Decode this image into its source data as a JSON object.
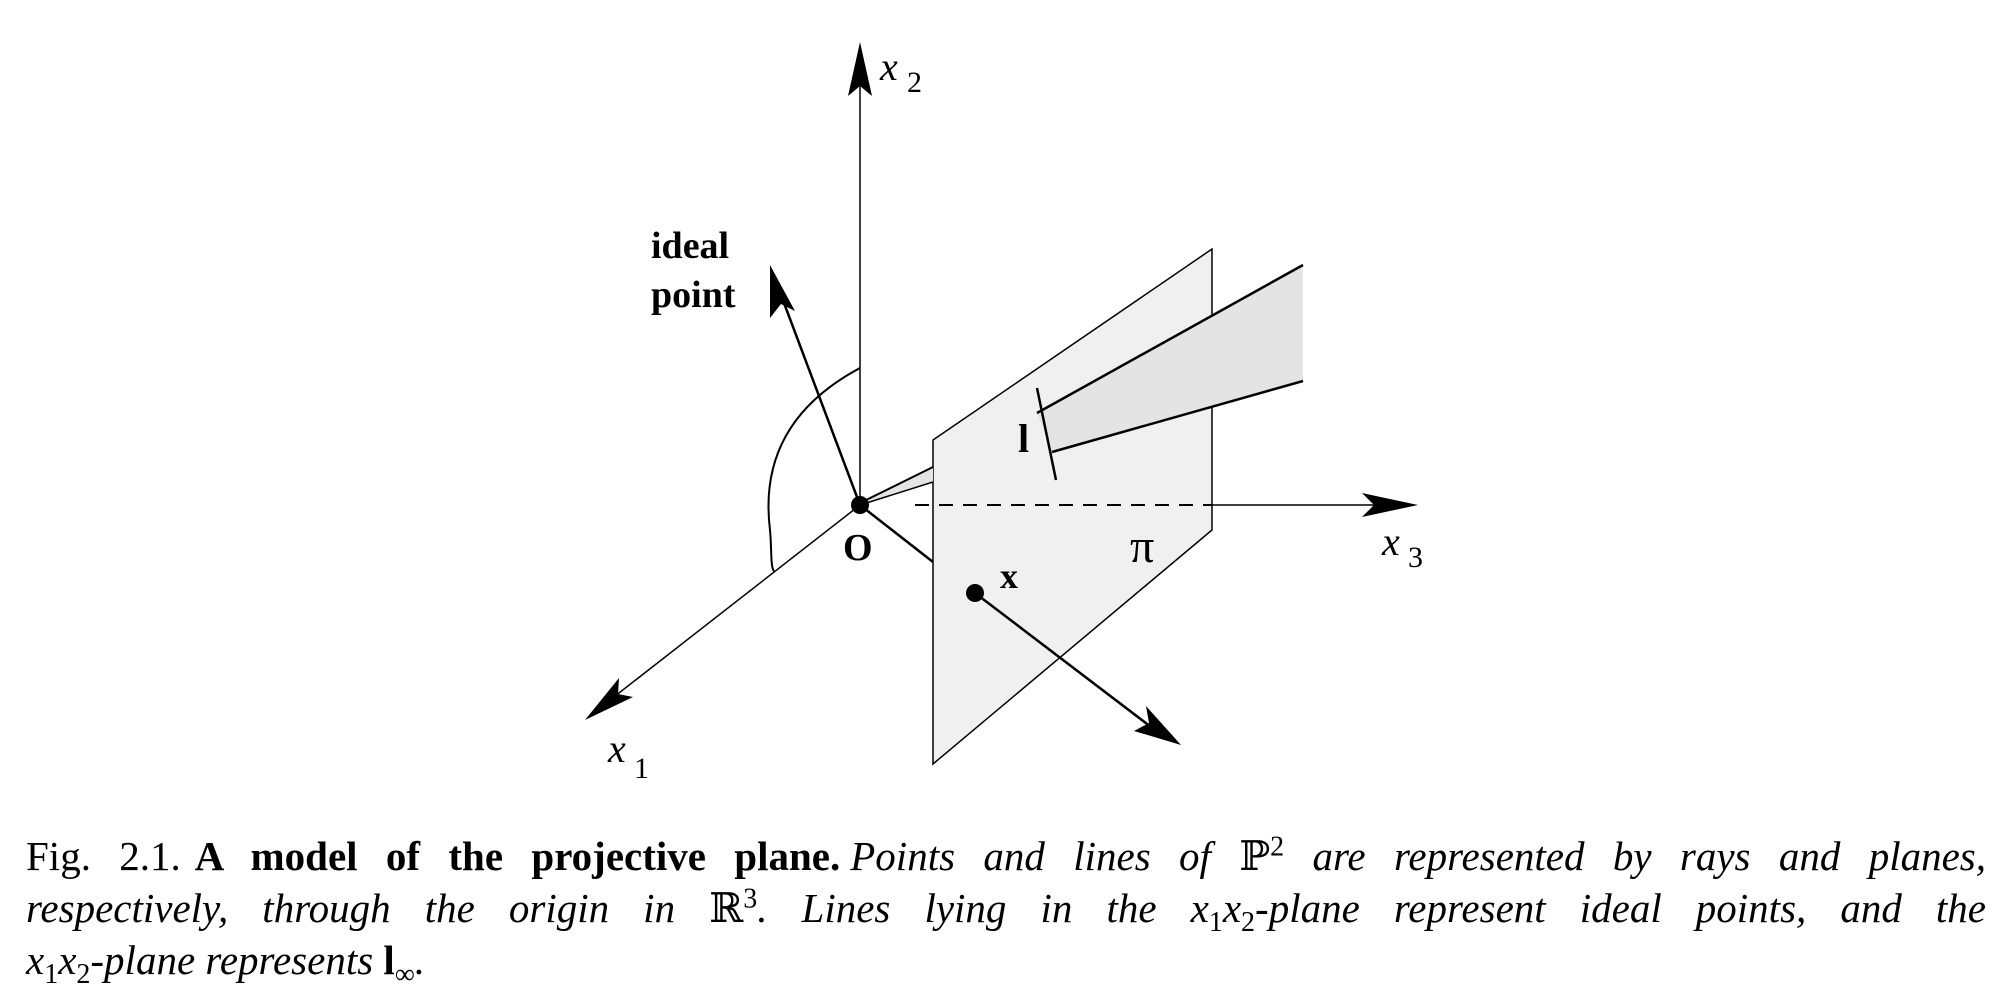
{
  "figure": {
    "axis_labels": {
      "x1": "x",
      "x1_sub": "1",
      "x2": "x",
      "x2_sub": "2",
      "x3": "x",
      "x3_sub": "3"
    },
    "origin_label": "O",
    "ideal_point_label_line1": "ideal",
    "ideal_point_label_line2": "point",
    "line_label": "l",
    "plane_label": "π",
    "point_label": "x"
  },
  "caption": {
    "fig_number": "Fig. 2.1.",
    "title": "A model of the projective plane.",
    "line1_a": "Points and lines of ",
    "line1_bb": "ℙ",
    "line1_sup": "2",
    "line1_b": " are represented by rays and planes,",
    "line2_a": "respectively, through the origin in ",
    "line2_bb": "ℝ",
    "line2_sup": "3",
    "line2_b": ". Lines lying in the ",
    "line2_m1": "x",
    "line2_s1": "1",
    "line2_m2": "x",
    "line2_s2": "2",
    "line2_c": "-plane represent ideal points, and the",
    "line3_m1": "x",
    "line3_s1": "1",
    "line3_m2": "x",
    "line3_s2": "2",
    "line3_a": "-plane represents ",
    "line3_l": "l",
    "line3_sub": "∞",
    "line3_end": "."
  }
}
